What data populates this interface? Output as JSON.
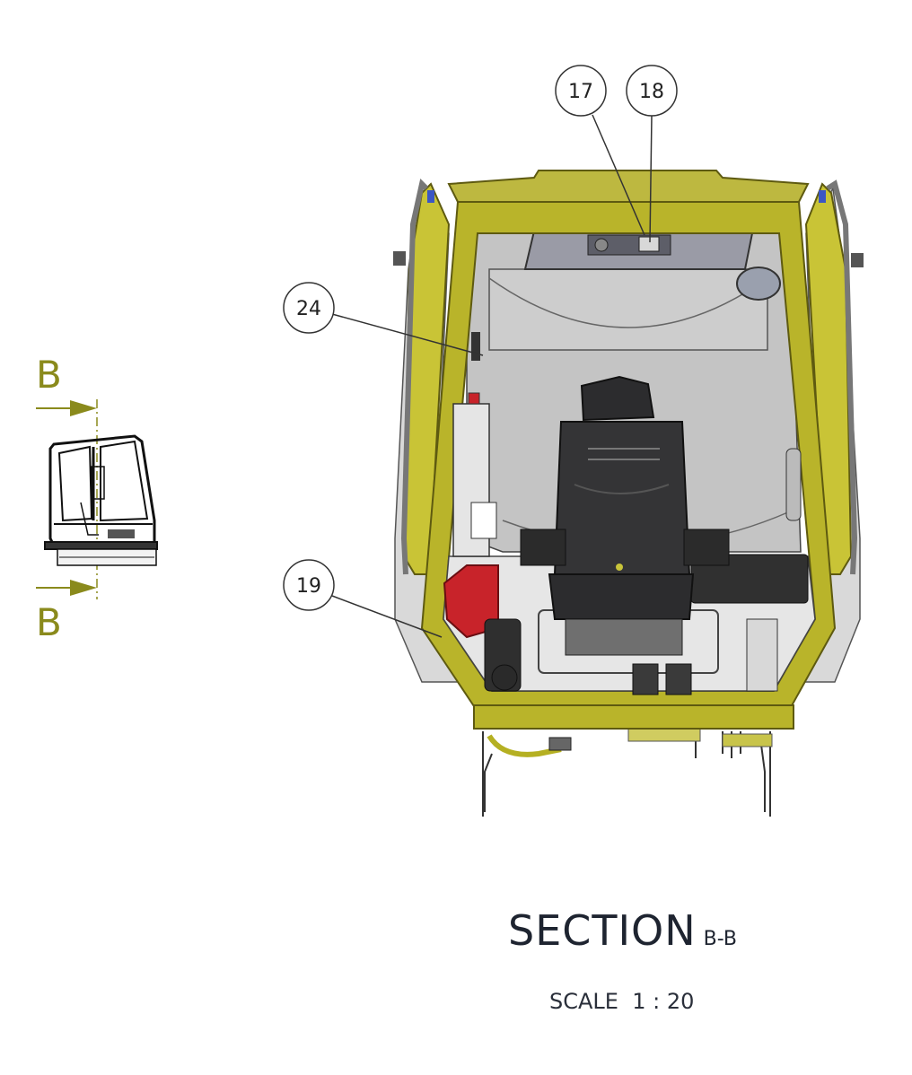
{
  "section_view": {
    "title": "SECTION",
    "designation": "B-B",
    "scale_label": "SCALE  1 : 20"
  },
  "key_view": {
    "cut_letter_top": "B",
    "cut_letter_bottom": "B"
  },
  "balloons": [
    {
      "id": "balloon-17",
      "label": "17"
    },
    {
      "id": "balloon-18",
      "label": "18"
    },
    {
      "id": "balloon-24",
      "label": "24"
    },
    {
      "id": "balloon-19",
      "label": "19"
    }
  ],
  "colors": {
    "frame_yellow": "#b5b022",
    "frame_dark": "#6e6a12",
    "cut_arrow": "#8a8a1c",
    "seat": "#2c2c2e",
    "control_red": "#c8232a",
    "glass_grey": "#c9c9c9",
    "line": "#333333"
  }
}
